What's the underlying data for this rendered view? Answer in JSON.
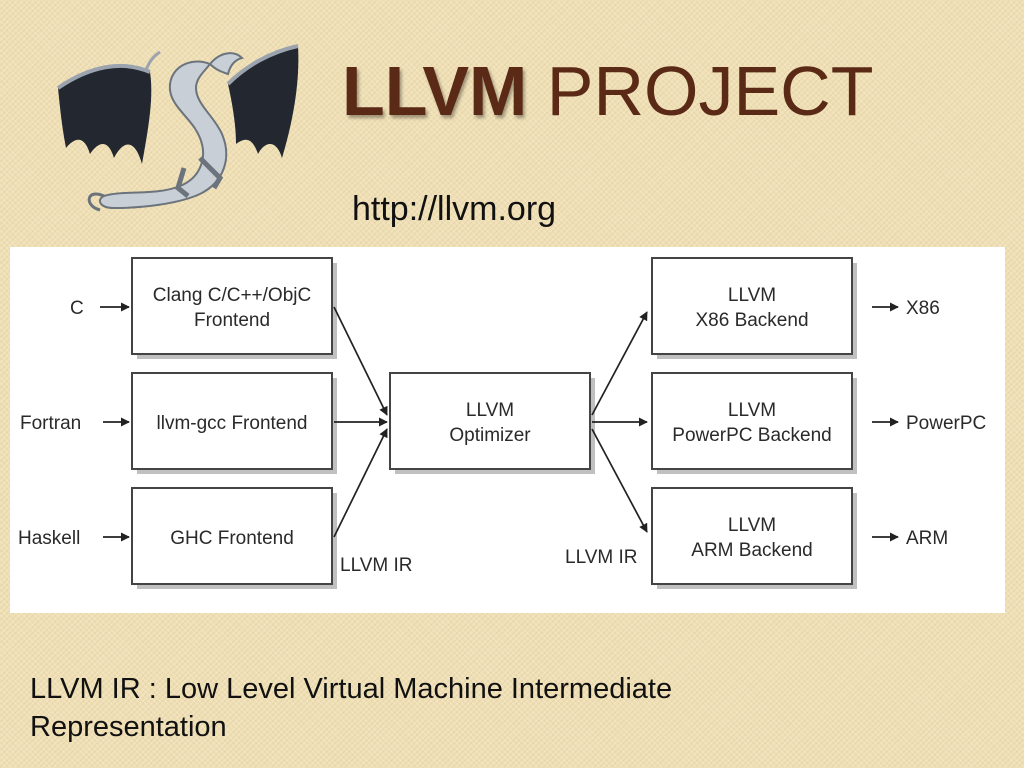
{
  "header": {
    "title_bold": "LLVM",
    "title_rest": " PROJECT",
    "url": "http://llvm.org"
  },
  "logo": {
    "icon": "dragon-icon"
  },
  "diagram": {
    "languages": [
      "C",
      "Fortran",
      "Haskell"
    ],
    "frontends": [
      [
        "Clang C/C++/ObjC",
        "Frontend"
      ],
      [
        "llvm-gcc Frontend"
      ],
      [
        "GHC Frontend"
      ]
    ],
    "optimizer": [
      "LLVM",
      "Optimizer"
    ],
    "backends": [
      [
        "LLVM",
        "X86 Backend"
      ],
      [
        "LLVM",
        "PowerPC Backend"
      ],
      [
        "LLVM",
        "ARM Backend"
      ]
    ],
    "targets": [
      "X86",
      "PowerPC",
      "ARM"
    ],
    "ir_label_left": "LLVM IR",
    "ir_label_right": "LLVM IR"
  },
  "caption": {
    "line1": "LLVM  IR : Low Level  Virtual Machine Intermediate",
    "line2": "Representation"
  },
  "colors": {
    "background": "#efdfb4",
    "title": "#5a2a16",
    "panel": "#ffffff"
  }
}
